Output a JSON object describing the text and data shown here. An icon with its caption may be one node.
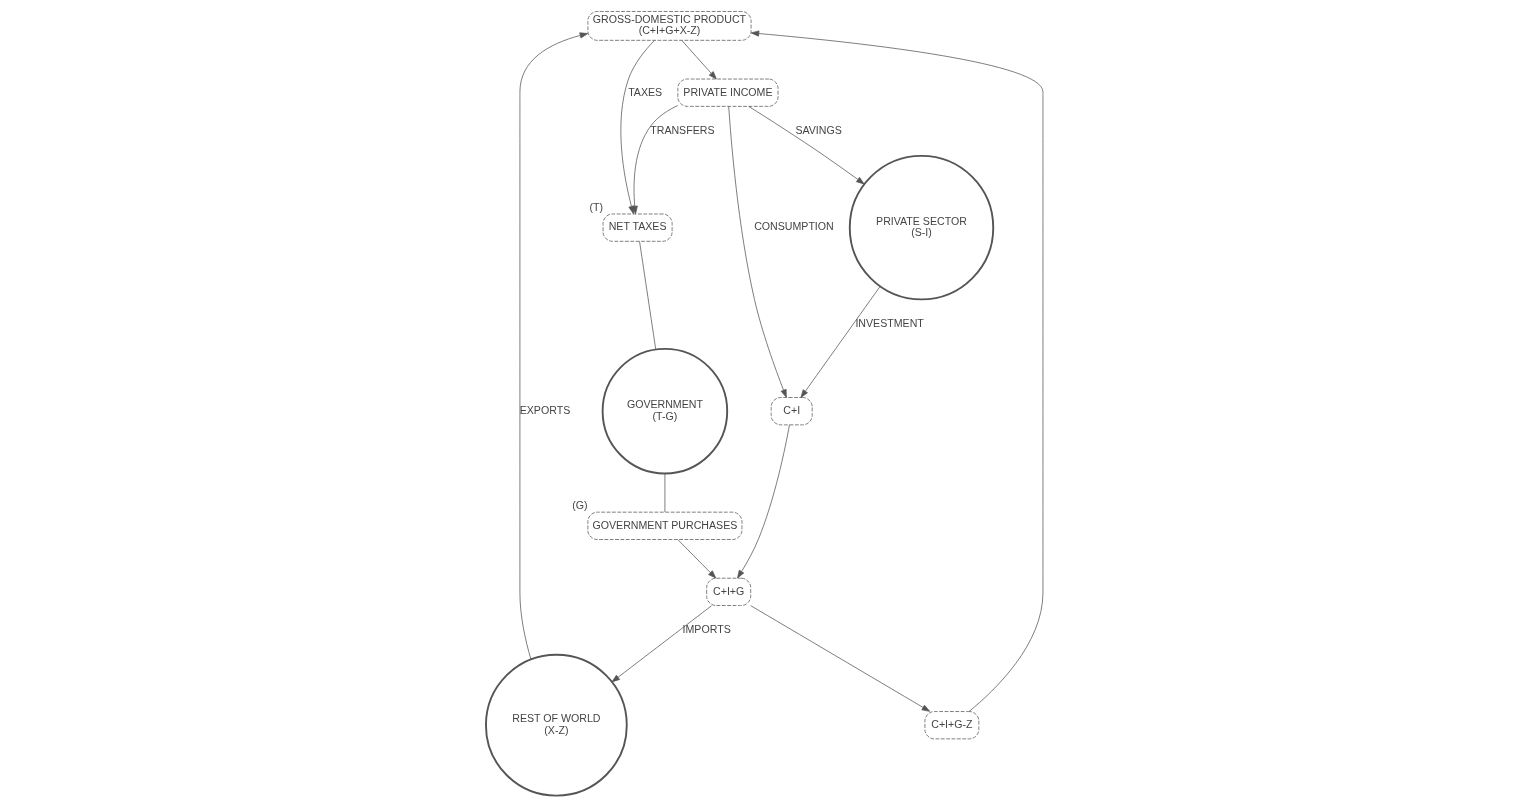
{
  "diagram": {
    "nodes": [
      {
        "text": [
          "GROSS-DOMESTIC PRODUCT",
          "(C+I+G+X-Z)"
        ]
      },
      {
        "text": [
          "PRIVATE INCOME"
        ]
      },
      {
        "text": [
          "NET TAXES"
        ],
        "beside": [
          "(T)"
        ]
      },
      {
        "text": [
          "GOVERNMENT",
          "(T-G)"
        ]
      },
      {
        "text": [
          "GOVERNMENT PURCHASES"
        ],
        "beside": [
          "(G)"
        ]
      },
      {
        "text": [
          "REST OF WORLD",
          "(X-Z)"
        ]
      },
      {
        "text": [
          "PRIVATE SECTOR",
          "(S-I)"
        ]
      },
      {
        "text": [
          "C+I"
        ]
      },
      {
        "text": [
          "C+I+G"
        ]
      },
      {
        "text": [
          "C+I+G-Z"
        ]
      }
    ],
    "edges": [
      {
        "from": 0,
        "to": 1,
        "arrow": "to"
      },
      {
        "from": 0,
        "to": 2,
        "label": "TAXES",
        "arrow": "to"
      },
      {
        "from": 1,
        "to": 2,
        "label": "TRANSFERS",
        "arrow": "to"
      },
      {
        "from": 2,
        "to": 3,
        "arrow": "none"
      },
      {
        "from": 1,
        "to": 7,
        "label": "CONSUMPTION",
        "arrow": "to"
      },
      {
        "from": 1,
        "to": 6,
        "label": "SAVINGS",
        "arrow": "to"
      },
      {
        "from": 6,
        "to": 7,
        "label": "INVESTMENT",
        "arrow": "to"
      },
      {
        "from": 3,
        "to": 4,
        "arrow": "none"
      },
      {
        "from": 4,
        "to": 8,
        "arrow": "to"
      },
      {
        "from": 7,
        "to": 8,
        "arrow": "to"
      },
      {
        "from": 8,
        "to": 9,
        "arrow": "to"
      },
      {
        "from": 8,
        "to": 5,
        "label": "IMPORTS",
        "arrow": "to"
      },
      {
        "from": 5,
        "to": 0,
        "label": "EXPORTS",
        "arrow": "to"
      },
      {
        "from": 9,
        "to": 0,
        "arrow": "to"
      }
    ]
  }
}
